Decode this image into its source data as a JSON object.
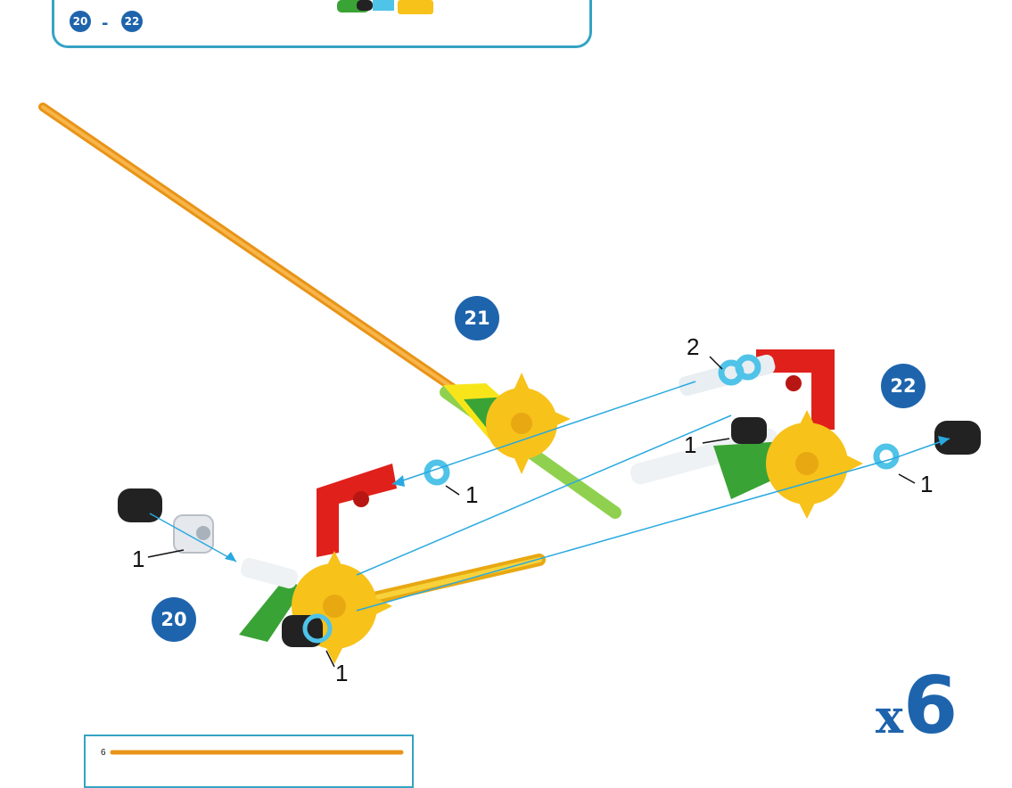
{
  "header": {
    "range_start": "20",
    "range_sep": "-",
    "range_end": "22"
  },
  "steps": {
    "a": "20",
    "b": "21",
    "c": "22"
  },
  "callouts": {
    "c1": "2",
    "c2": "1",
    "c3": "1",
    "c4": "1",
    "c5": "1",
    "c6": "1"
  },
  "multiplier": {
    "x": "x",
    "count": "6"
  },
  "parts_legend": {
    "qty": "6"
  },
  "colors": {
    "accent": "#35a3c4",
    "badge": "#1e64ad",
    "rod_orange": "#f5a623",
    "rod_yellow": "#f7c21a",
    "connector_red": "#e0201b",
    "connector_green": "#3aa335",
    "spacer_blue": "#4fc3e8"
  }
}
